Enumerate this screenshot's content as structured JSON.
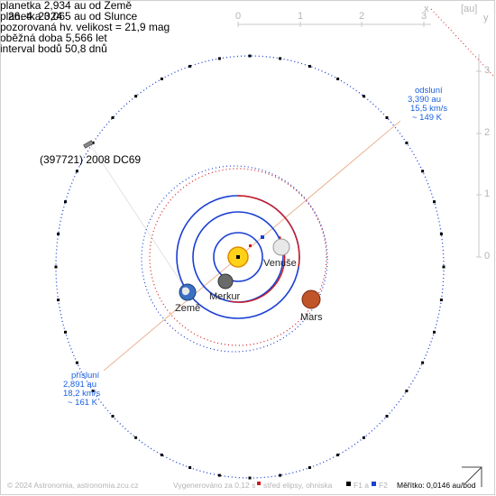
{
  "date": "26. 4. 2024",
  "info": [
    "planetka 2,934 au od Země",
    "planetka 3,065 au od Slunce",
    "pozorovaná hv. velikost = 21,9 mag",
    "oběžná doba 5,566 let",
    "interval bodů 50,8 dnů"
  ],
  "asteroid_name": "(397721) 2008 DC69",
  "aphelion": {
    "title": "odsluní",
    "distance": "3,390 au",
    "speed": "15,5 km/s",
    "temp": "~ 149 K"
  },
  "perihelion": {
    "title": "přísluní",
    "distance": "2,891 au",
    "speed": "18,2 km/s",
    "temp": "~ 161 K"
  },
  "axis": {
    "unit": "[au]",
    "x_label": "x",
    "y_label": "y",
    "x_ticks": [
      "0",
      "1",
      "2",
      "3"
    ],
    "y_ticks": [
      "3",
      "2",
      "1",
      "0"
    ]
  },
  "planets": {
    "venus": "Venuše",
    "mercury": "Merkur",
    "earth": "Země",
    "mars": "Mars"
  },
  "footer": {
    "copyright": "© 2024 Astronomia, astronomia.zcu.cz",
    "generated": "Vygenerováno za 0,12 s",
    "center": "střed elipsy, ohniska",
    "f1": "F1 a",
    "f2": "F2",
    "scale": "Měřítko: 0,0146 au/bod"
  },
  "colors": {
    "asteroid_orbit": "#1a3fd4",
    "mars_orbit": "#d41a1a",
    "apsis_text": "#1a5fe0"
  }
}
